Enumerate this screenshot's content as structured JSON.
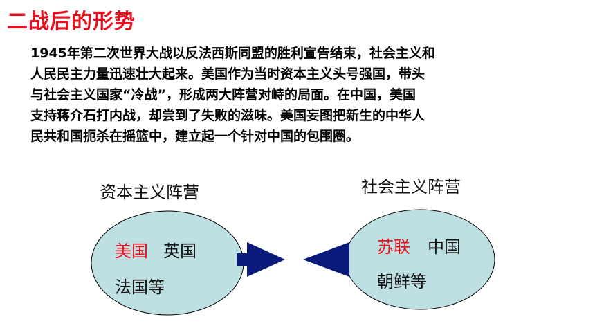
{
  "slide": {
    "title": "二战后的形势",
    "paragraph_lines": [
      "1945年第二次世界大战以反法西斯同盟的胜利宣告结束，社会主义和",
      "人民民主力量迅速壮大起来。美国作为当时资本主义头号强国，带头",
      "与社会主义国家“冷战”，形成两大阵营对峙的局面。在中国，美国",
      "支持蒋介石打内战，却尝到了失败的滋味。美国妄图把新生的中华人",
      "民共和国扼杀在摇篮中，建立起一个针对中国的包围圈。"
    ]
  },
  "diagram": {
    "capitalist": {
      "label": "资本主义阵营",
      "country_highlight": "美国",
      "country_2": "英国",
      "country_3": "法国等"
    },
    "socialist": {
      "label": "社会主义阵营",
      "country_highlight": "苏联",
      "country_2": "中国",
      "country_3": "朝鲜等"
    }
  },
  "colors": {
    "title": "#e8101e",
    "highlight": "#e8101e",
    "ellipse_fill": "#bfe0e3",
    "arrow": "#0a1a7a"
  }
}
